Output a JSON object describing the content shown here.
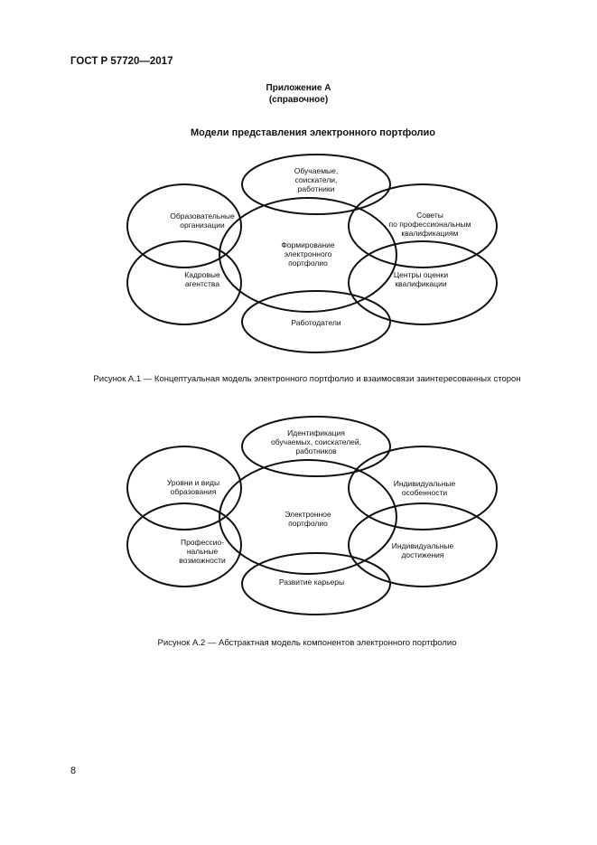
{
  "header": {
    "doc_code": "ГОСТ Р 57720—2017"
  },
  "appendix": {
    "title": "Приложение А",
    "note": "(справочное)"
  },
  "section_title": "Модели представления электронного портфолио",
  "figure1": {
    "top": [
      "Обучаемые,",
      "соискатели,",
      "работники"
    ],
    "left_top": [
      "Образовательные",
      "организации"
    ],
    "left_bottom": [
      "Кадровые",
      "агентства"
    ],
    "center": [
      "Формирование",
      "электронного",
      "портфолио"
    ],
    "right_top": [
      "Советы",
      "по профессиональным",
      "квалификациям"
    ],
    "right_bottom": [
      "Центры оценки",
      "квалификации"
    ],
    "bottom": [
      "Работодатели"
    ],
    "caption": "Рисунок А.1 — Концептуальная модель электронного портфолио и взаимосвязи заинтересованных сторон"
  },
  "figure2": {
    "top": [
      "Идентификация",
      "обучаемых, соискателей,",
      "работников"
    ],
    "left_top": [
      "Уровни и виды",
      "образования"
    ],
    "left_bottom": [
      "Профессио-",
      "нальные",
      "возможности"
    ],
    "center": [
      "Электронное",
      "портфолио"
    ],
    "right_top": [
      "Индивидуальные",
      "особенности"
    ],
    "right_bottom": [
      "Индивидуальные",
      "достижения"
    ],
    "bottom": [
      "Развитие карьеры"
    ],
    "caption": "Рисунок А.2 — Абстрактная модель компонентов электронного портфолио"
  },
  "page_number": "8"
}
